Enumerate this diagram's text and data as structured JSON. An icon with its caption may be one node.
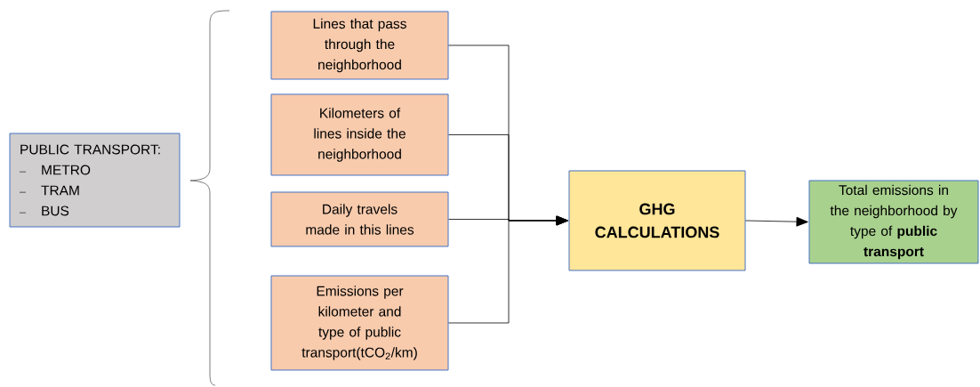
{
  "diagram": {
    "nodes": [
      {
        "text": [
          "PUBLIC TRANSPORT:",
          "METRO",
          "TRAM",
          "BUS"
        ]
      },
      {
        "text": [
          "Lines that pass through the neighborhood"
        ]
      },
      {
        "text": [
          "Kilometers of lines inside the neighborhood"
        ]
      },
      {
        "text": [
          "Daily travels made in this lines"
        ]
      },
      {
        "text": [
          "Emissions per kilometer and type of public transport(tCO$_{2}$/km)"
        ]
      },
      {
        "text": [
          "GHG CALCULATIONS"
        ]
      },
      {
        "text": [
          "Total emissions in the neighborhood by type of **public transport**"
        ]
      }
    ],
    "edges": [
      {
        "from": 1,
        "to": 5,
        "arrow": "to"
      },
      {
        "from": 2,
        "to": 5,
        "arrow": "to"
      },
      {
        "from": 3,
        "to": 5,
        "arrow": "to"
      },
      {
        "from": 4,
        "to": 5,
        "arrow": "to"
      },
      {
        "from": 5,
        "to": 6,
        "arrow": "to"
      }
    ]
  }
}
